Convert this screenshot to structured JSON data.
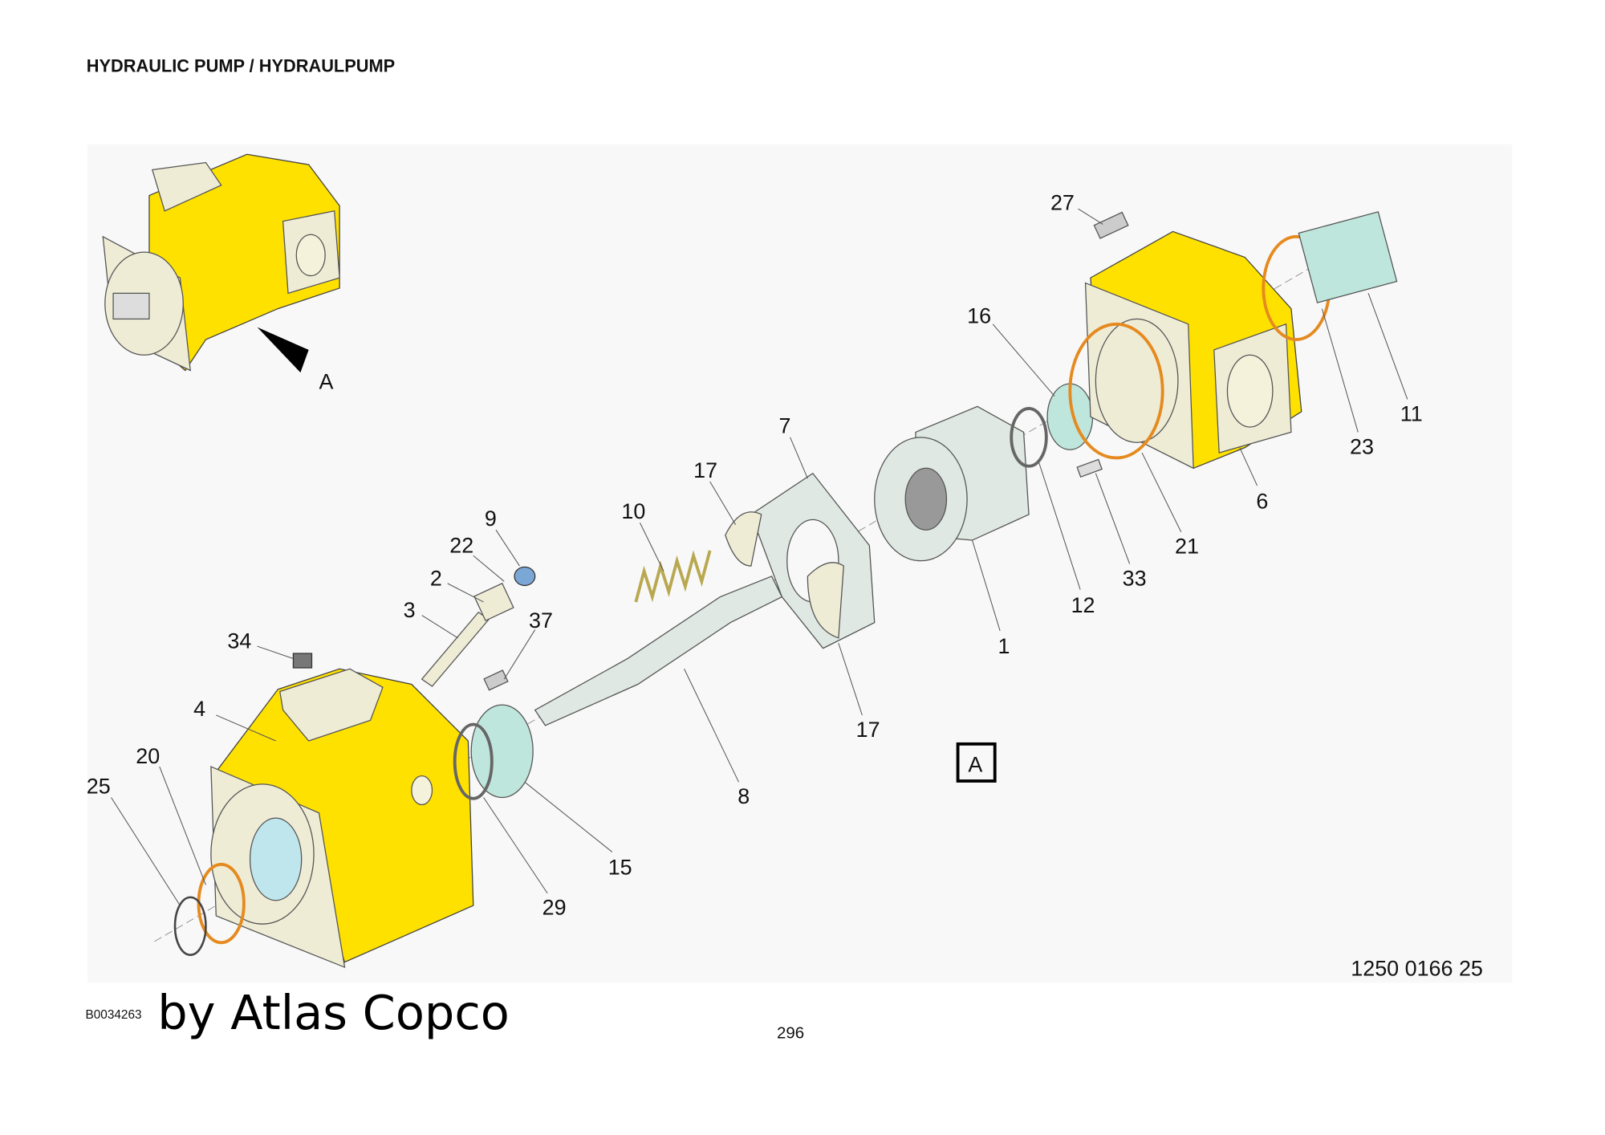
{
  "header": {
    "title": "HYDRAULIC PUMP / HYDRAULPUMP"
  },
  "inset": {
    "view_marker": "A"
  },
  "view_label": "A",
  "part_numbers": {
    "p27": "27",
    "p16": "16",
    "p11": "11",
    "p23": "23",
    "p6": "6",
    "p21": "21",
    "p33": "33",
    "p12": "12",
    "p1": "1",
    "p7": "7",
    "p17a": "17",
    "p10": "10",
    "p9": "9",
    "p22": "22",
    "p2": "2",
    "p3": "3",
    "p37": "37",
    "p34": "34",
    "p4": "4",
    "p20": "20",
    "p25": "25",
    "p17b": "17",
    "p8": "8",
    "p15": "15",
    "p29": "29"
  },
  "footer": {
    "drawing_number": "1250 0166 25",
    "image_id": "B0034263",
    "watermark": "by Atlas Copco",
    "page_number": "296"
  },
  "colors": {
    "housing": "#ffe100",
    "orings": "#e58a1f",
    "seal": "#bfe6dc"
  }
}
